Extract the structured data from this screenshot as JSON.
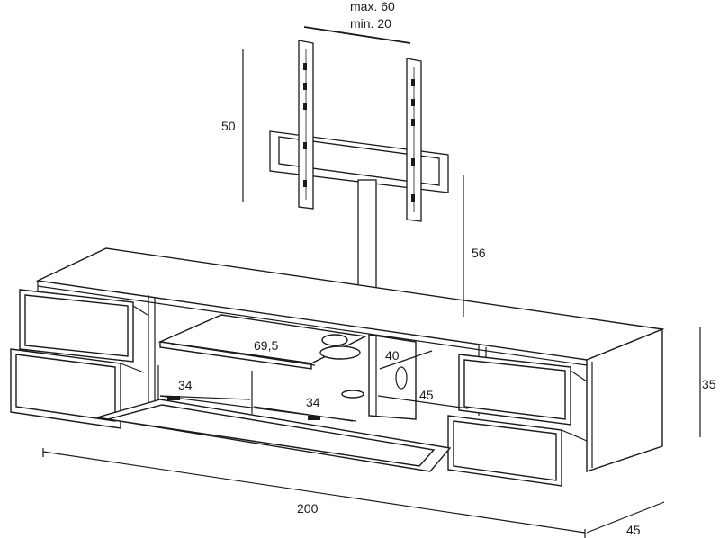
{
  "dimensions": {
    "spacing_max": "max. 60",
    "spacing_min": "min. 20",
    "mount_height": "50",
    "column_height": "56",
    "shelf_width": "69,5",
    "shelf_depth": "40",
    "left_compartment": "34",
    "right_compartment": "34",
    "inner_depth": "45",
    "cabinet_height": "35",
    "total_width": "200",
    "total_depth": "45"
  },
  "colors": {
    "line": "#1a1a1a",
    "background": "#ffffff"
  }
}
